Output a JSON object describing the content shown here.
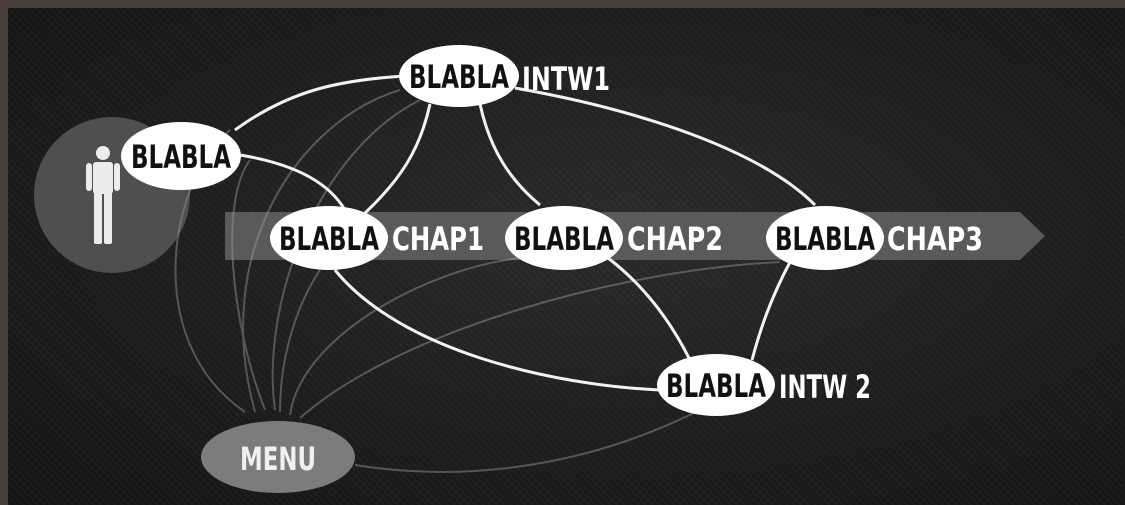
{
  "nodes": {
    "user": {
      "text": "BLABLA"
    },
    "intw1": {
      "text": "BLABLA",
      "label": "INTW1"
    },
    "chap1": {
      "text": "BLABLA",
      "label": "CHAP1"
    },
    "chap2": {
      "text": "BLABLA",
      "label": "CHAP2"
    },
    "chap3": {
      "text": "BLABLA",
      "label": "CHAP3"
    },
    "intw2": {
      "text": "BLABLA",
      "label": "INTW 2"
    }
  },
  "menu": {
    "label": "MENU"
  },
  "colors": {
    "frame": "#4a3f38",
    "background": "#1e1e1e",
    "node_fill": "#ffffff",
    "node_text": "#111111",
    "arrow_band": "#5a5a5a",
    "avatar_circle": "#4f4f4f",
    "menu_fill": "#7c7c7c"
  },
  "icons": {
    "avatar": "person-icon"
  }
}
